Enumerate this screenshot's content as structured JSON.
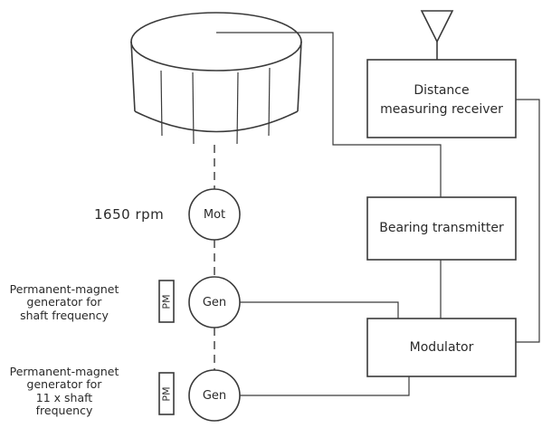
{
  "boxes": {
    "receiver": [
      "Distance",
      "measuring receiver"
    ],
    "bearing_transmitter": "Bearing transmitter",
    "modulator": "Modulator"
  },
  "nodes": {
    "motor": "Mot",
    "generator1": "Gen",
    "generator2": "Gen"
  },
  "labels": {
    "rpm": "1650 rpm",
    "pm1": "PM",
    "pm2": "PM",
    "gen1_desc": [
      "Permanent-magnet",
      "generator for",
      "shaft frequency"
    ],
    "gen2_desc": [
      "Permanent-magnet",
      "generator for",
      "11 x shaft",
      "frequency"
    ]
  },
  "colors": {
    "line": "#3a3a3a",
    "text": "#2a2a2a",
    "background": "#ffffff"
  }
}
